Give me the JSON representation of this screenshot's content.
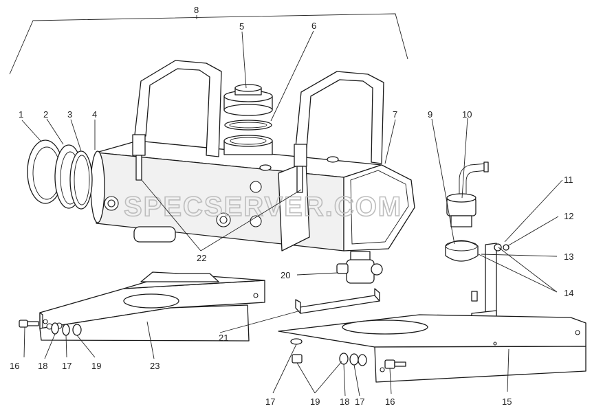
{
  "watermark": "SPECSERVER.COM",
  "callouts": [
    {
      "key": "c1",
      "text": "1"
    },
    {
      "key": "c2",
      "text": "2"
    },
    {
      "key": "c3",
      "text": "3"
    },
    {
      "key": "c4",
      "text": "4"
    },
    {
      "key": "c5",
      "text": "5"
    },
    {
      "key": "c6",
      "text": "6"
    },
    {
      "key": "c7",
      "text": "7"
    },
    {
      "key": "c8",
      "text": "8"
    },
    {
      "key": "c9",
      "text": "9"
    },
    {
      "key": "c10",
      "text": "10"
    },
    {
      "key": "c11",
      "text": "11"
    },
    {
      "key": "c12",
      "text": "12"
    },
    {
      "key": "c13",
      "text": "13"
    },
    {
      "key": "c14",
      "text": "14"
    },
    {
      "key": "c15",
      "text": "15"
    },
    {
      "key": "c16a",
      "text": "16"
    },
    {
      "key": "c16b",
      "text": "16"
    },
    {
      "key": "c17a",
      "text": "17"
    },
    {
      "key": "c17b",
      "text": "17"
    },
    {
      "key": "c17c",
      "text": "17"
    },
    {
      "key": "c18a",
      "text": "18"
    },
    {
      "key": "c18b",
      "text": "18"
    },
    {
      "key": "c19a",
      "text": "19"
    },
    {
      "key": "c19b",
      "text": "19"
    },
    {
      "key": "c20",
      "text": "20"
    },
    {
      "key": "c21",
      "text": "21"
    },
    {
      "key": "c22",
      "text": "22"
    },
    {
      "key": "c23",
      "text": "23"
    }
  ]
}
